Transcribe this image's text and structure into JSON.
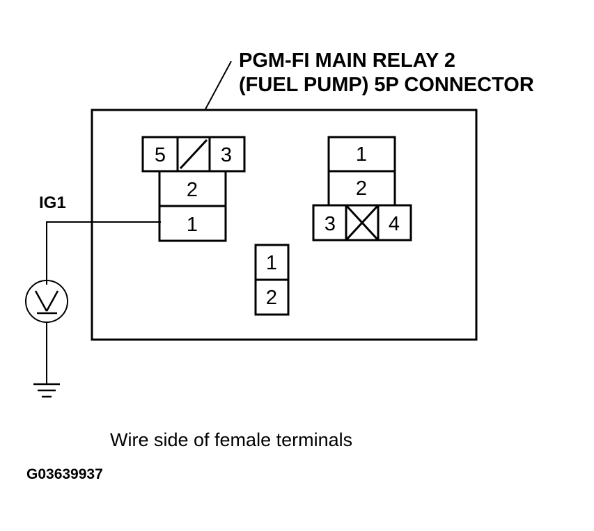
{
  "title": {
    "line1": "PGM-FI MAIN RELAY 2",
    "line2": "(FUEL PUMP) 5P CONNECTOR"
  },
  "left_connector": {
    "top_left": "5",
    "top_right": "3",
    "mid": "2",
    "bottom": "1"
  },
  "right_connector": {
    "top": "1",
    "mid": "2",
    "left": "3",
    "right": "4"
  },
  "small_connector": {
    "top": "1",
    "bottom": "2"
  },
  "ig_label": "IG1",
  "caption": "Wire side of female terminals",
  "figure_code": "G03639937",
  "meter_icon": "voltmeter-icon",
  "ground_icon": "ground-icon"
}
